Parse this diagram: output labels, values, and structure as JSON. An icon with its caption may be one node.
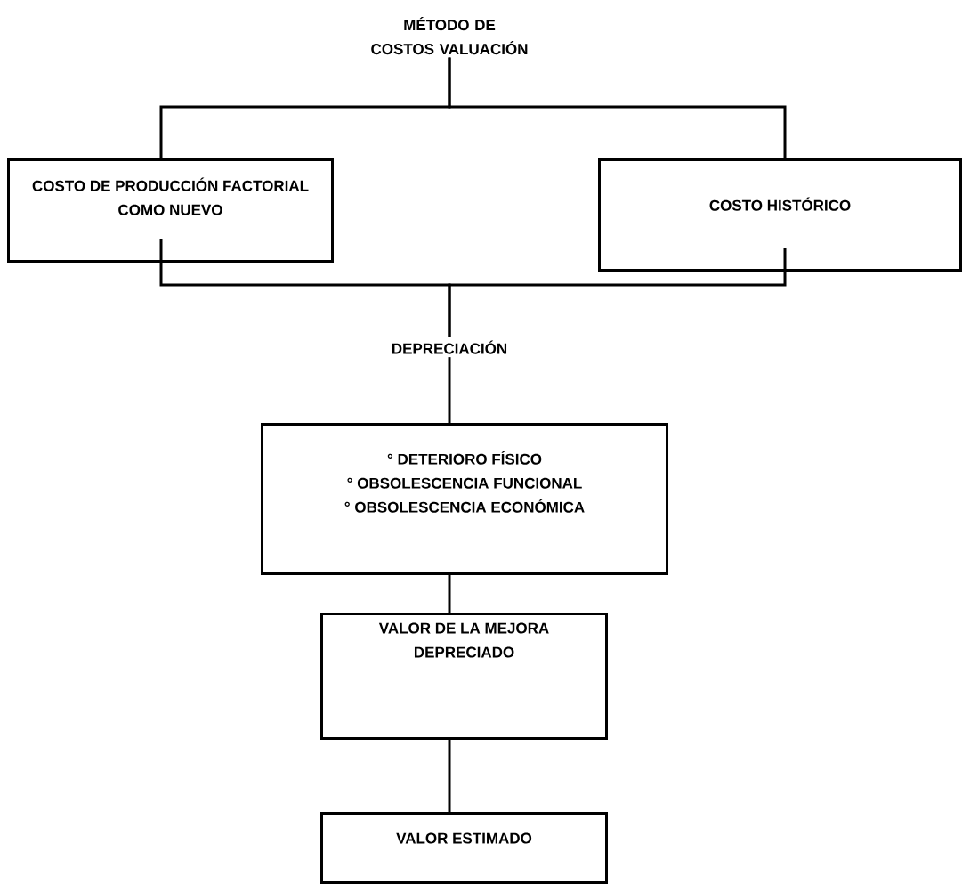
{
  "diagram": {
    "nodes": [
      {
        "text": [
          "MÉTODO DE COSTOS VALUACIÓN"
        ]
      },
      {
        "text": [
          "COSTO DE PRODUCCIÓN FACTORIAL COMO NUEVO"
        ]
      },
      {
        "text": [
          "COSTO HISTÓRICO"
        ]
      },
      {
        "text": [
          "DEPRECIACIÓN"
        ]
      },
      {
        "text": [
          "° DETERIORO FÍSICO",
          "° OBSOLESCENCIA FUNCIONAL",
          "° OBSOLESCENCIA ECONÓMICA"
        ]
      },
      {
        "text": [
          "VALOR DE LA MEJORA DEPRECIADO"
        ]
      },
      {
        "text": [
          "VALOR ESTIMADO"
        ]
      }
    ],
    "edges": [
      {
        "from": 0,
        "to": 1,
        "arrow": "none"
      },
      {
        "from": 0,
        "to": 2,
        "arrow": "none"
      },
      {
        "from": 1,
        "to": 3,
        "arrow": "none"
      },
      {
        "from": 2,
        "to": 3,
        "arrow": "none"
      },
      {
        "from": 3,
        "to": 4,
        "arrow": "none"
      },
      {
        "from": 4,
        "to": 5,
        "arrow": "none"
      },
      {
        "from": 5,
        "to": 6,
        "arrow": "none"
      }
    ]
  }
}
